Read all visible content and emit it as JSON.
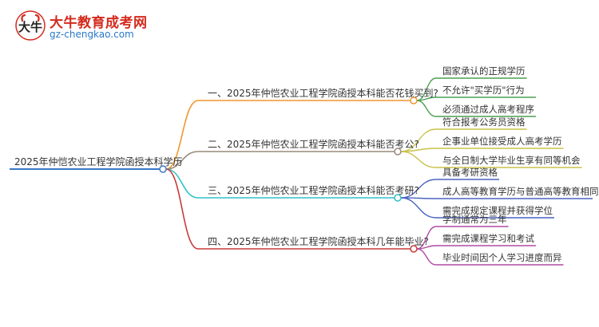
{
  "logo": {
    "title": "大牛教育成考网",
    "url": "gz-chengkao.com"
  },
  "root": {
    "label": "2025年仲恺农业工程学院函授本科学历",
    "color": "#3a78c8"
  },
  "branches": [
    {
      "label": "一、2025年仲恺农业工程学院函授本科能否花钱买到?",
      "color": "#f0962e",
      "leafColor": "#4aa052",
      "leaves": [
        "国家承认的正规学历",
        "不允许\"买学历\"行为",
        "必须通过成人高考程序"
      ]
    },
    {
      "label": "二、2025年仲恺农业工程学院函授本科能否考公?",
      "color": "#9a8a7a",
      "leafColor": "#c9c24a",
      "leaves": [
        "符合报考公务员资格",
        "企事业单位接受成人高考学历",
        "与全日制大学毕业生享有同等机会"
      ]
    },
    {
      "label": "三、2025年仲恺农业工程学院函授本科能否考研?",
      "color": "#30c0c8",
      "leafColor": "#4a64c0",
      "leaves": [
        "具备考研资格",
        "成人高等教育学历与普通高等教育相同",
        "需完成规定课程并获得学位"
      ]
    },
    {
      "label": "四、2025年仲恺农业工程学院函授本科几年能毕业?",
      "color": "#c83a3a",
      "leafColor": "#b04aa0",
      "leaves": [
        "学制通常为三年",
        "需完成课程学习和考试",
        "毕业时间因个人学习进度而异"
      ]
    }
  ]
}
